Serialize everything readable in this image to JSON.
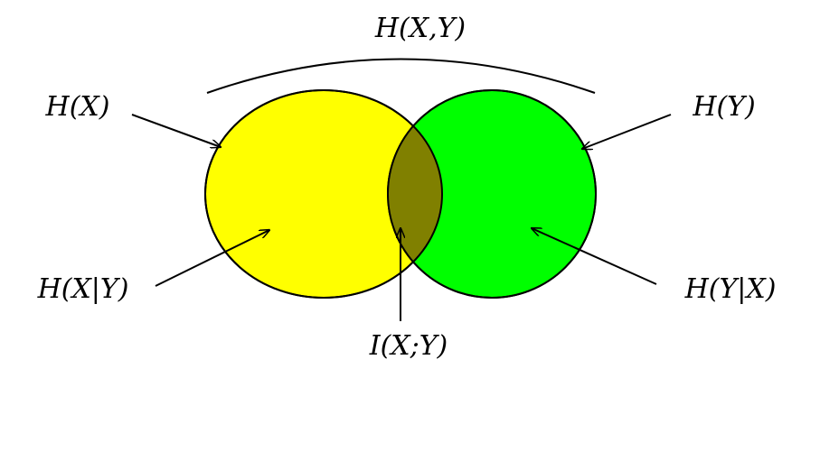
{
  "labels": {
    "joint": "H(X,Y)",
    "hx": "H(X)",
    "hy": "H(Y)",
    "hx_given_y": "H(X|Y)",
    "hy_given_x": "H(Y|X)",
    "mutual": "I(X;Y)"
  },
  "colors": {
    "x_circle": "#ffff00",
    "y_circle": "#00ff00",
    "overlap": "#808000",
    "stroke": "#000000"
  }
}
